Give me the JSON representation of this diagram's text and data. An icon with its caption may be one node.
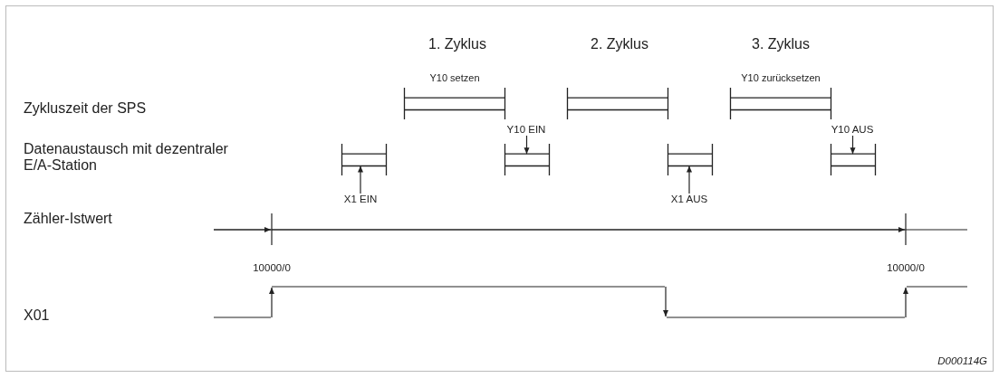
{
  "diagram": {
    "nodes": [
      {
        "text": [
          "Y10 setzen"
        ]
      },
      {
        "text": [],
        "shape": "box"
      },
      {
        "text": [
          "Y10 zurücksetzen"
        ]
      },
      {
        "text": [],
        "shape": "box"
      },
      {
        "text": [],
        "shape": "box"
      },
      {
        "text": [],
        "shape": "box"
      },
      {
        "text": [],
        "shape": "box"
      },
      {
        "text": [
          "X1 EIN"
        ]
      },
      {
        "text": [
          "Y10 EIN"
        ]
      },
      {
        "text": [
          "X1 AUS"
        ]
      },
      {
        "text": [
          "Y10 AUS"
        ]
      }
    ],
    "edges": [
      {
        "from": 7,
        "to": 3,
        "arrow": "to"
      },
      {
        "from": 8,
        "to": 4,
        "arrow": "to"
      },
      {
        "from": 9,
        "to": 5,
        "arrow": "to"
      },
      {
        "from": 10,
        "to": 6,
        "arrow": "to"
      }
    ],
    "labels": [
      "1. Zyklus",
      "2. Zyklus",
      "3. Zyklus",
      "Zykluszeit der SPS",
      "Datenaustausch mit dezentraler E/A-Station",
      "Zähler-Istwert",
      "10000/0",
      "10000/0",
      "X01",
      "D000114G"
    ]
  }
}
